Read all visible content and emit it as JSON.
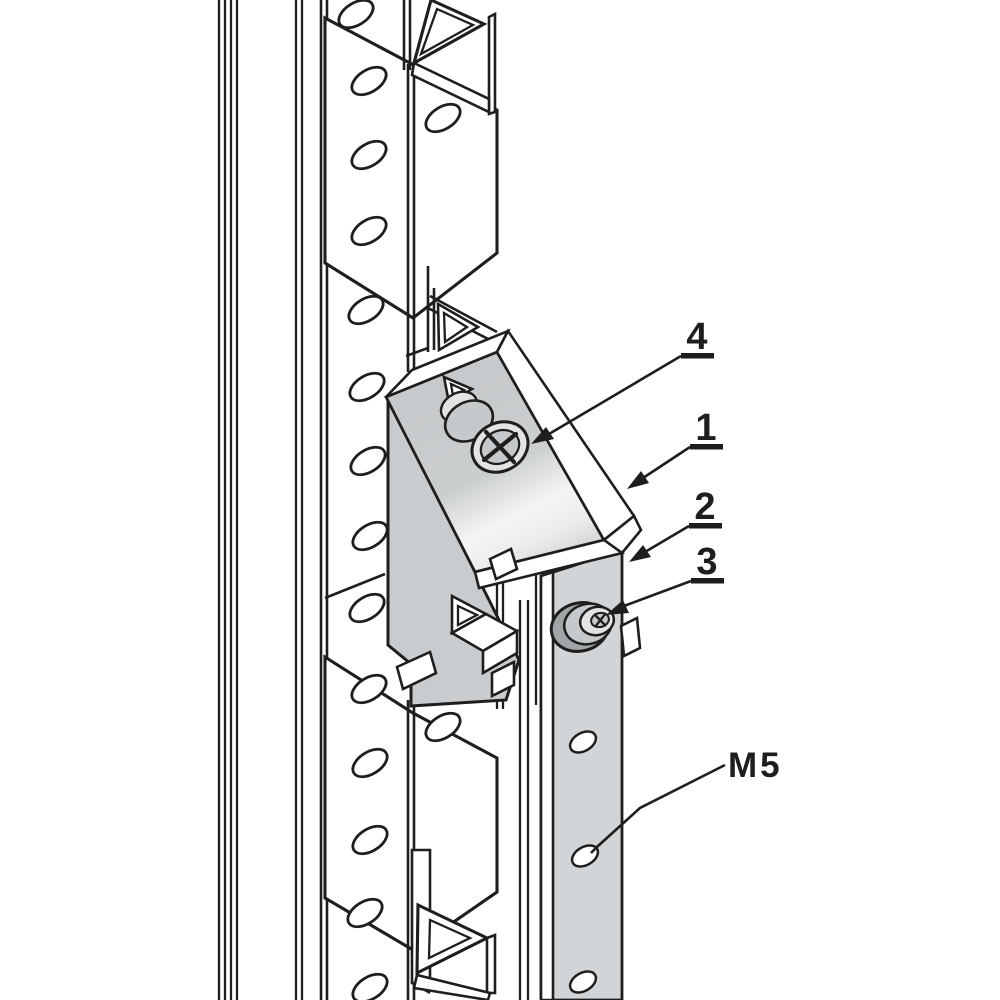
{
  "callouts": [
    {
      "id": "item-4-captive-screw",
      "label": "4"
    },
    {
      "id": "item-1-bracket",
      "label": "1"
    },
    {
      "id": "item-2-strip",
      "label": "2"
    },
    {
      "id": "item-3-screw",
      "label": "3"
    },
    {
      "id": "thread-size",
      "label": "M5"
    }
  ],
  "colors": {
    "line": "#1e1e1e",
    "paper": "#ffffff",
    "gray-light": "#d2d5d7",
    "gray-mid": "#c9ccce",
    "screw-bright": "#e1e3e4",
    "screw-shade": "#c5c9cb",
    "screw-dark": "#a0a5a8"
  }
}
